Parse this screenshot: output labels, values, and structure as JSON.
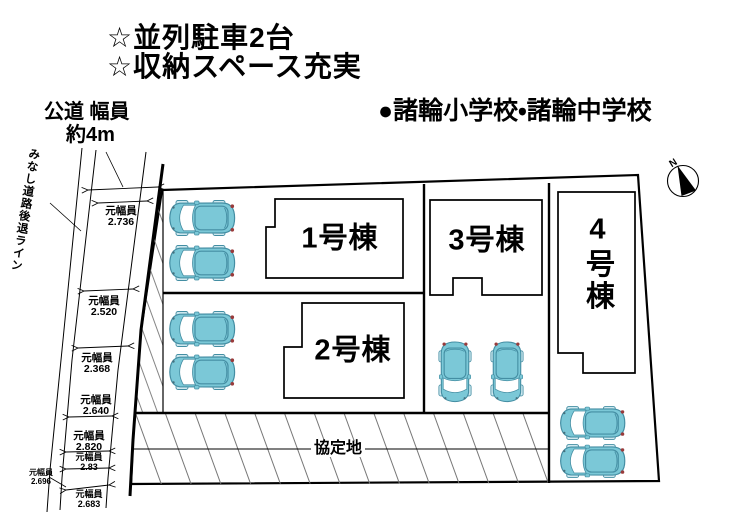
{
  "headline": {
    "line1": "☆並列駐車2台",
    "line2": "☆収納スペース充実"
  },
  "schools_label": "●諸輪小学校・諸輪中学校",
  "road": {
    "type_label": "公道  幅員",
    "width_label": "約4m",
    "setback_label": "みなし道路後退ライン",
    "orig_width_caption": "元幅員",
    "orig_widths": [
      "2.736",
      "2.520",
      "2.368",
      "2.640",
      "2.820",
      "2.83",
      "2.696",
      "2.683"
    ]
  },
  "buildings": [
    {
      "label": "1号棟"
    },
    {
      "label": "2号棟"
    },
    {
      "label": "3号棟"
    },
    {
      "label": "4号棟"
    }
  ],
  "agreement_label": "協定地",
  "compass": {
    "north": "N"
  },
  "colors": {
    "car_body": "#7bc8d7",
    "car_outline": "#448ea3",
    "car_taillight": "#993b3b",
    "line": "#000000"
  }
}
